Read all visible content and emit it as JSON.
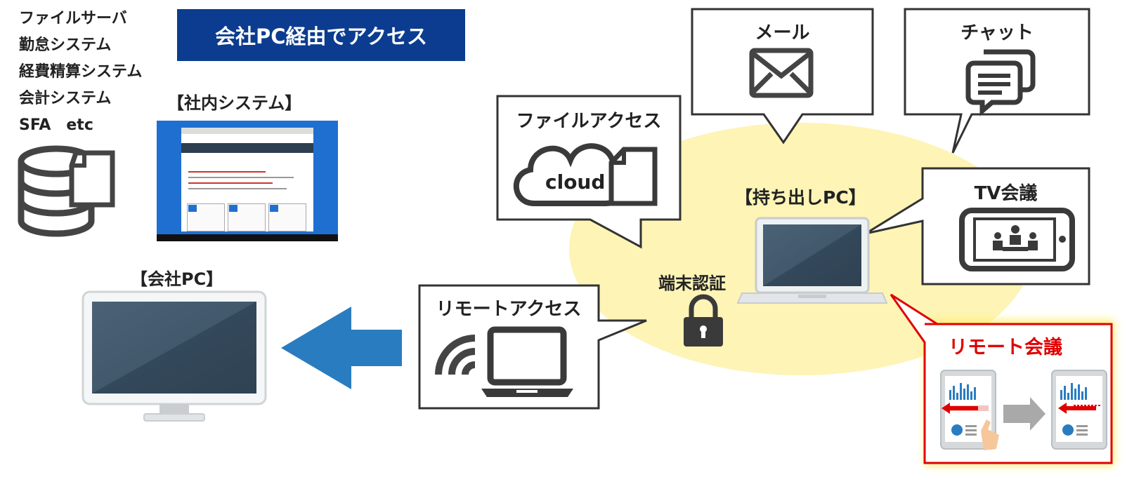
{
  "systems_list": [
    "ファイルサーバ",
    "勤怠システム",
    "経費精算システム",
    "会計システム",
    "SFA　etc"
  ],
  "banner_text": "会社PC経由でアクセス",
  "internal_system_label": "【社内システム】",
  "company_pc_label": "【会社PC】",
  "remote_access_label": "リモートアクセス",
  "file_access_label": "ファイルアクセス",
  "cloud_text": "cloud",
  "email_label": "メール",
  "chat_label": "チャット",
  "tv_conference_label": "TV会議",
  "portable_pc_label": "【持ち出しPC】",
  "terminal_auth_label": "端末認証",
  "remote_meeting_label": "リモート会議",
  "colors": {
    "banner": "#0b3c8f",
    "arrow": "#2a7cc0",
    "zone": "#fdf4b6",
    "remote_meeting_border": "#e00000",
    "screen": "#3c5368"
  }
}
